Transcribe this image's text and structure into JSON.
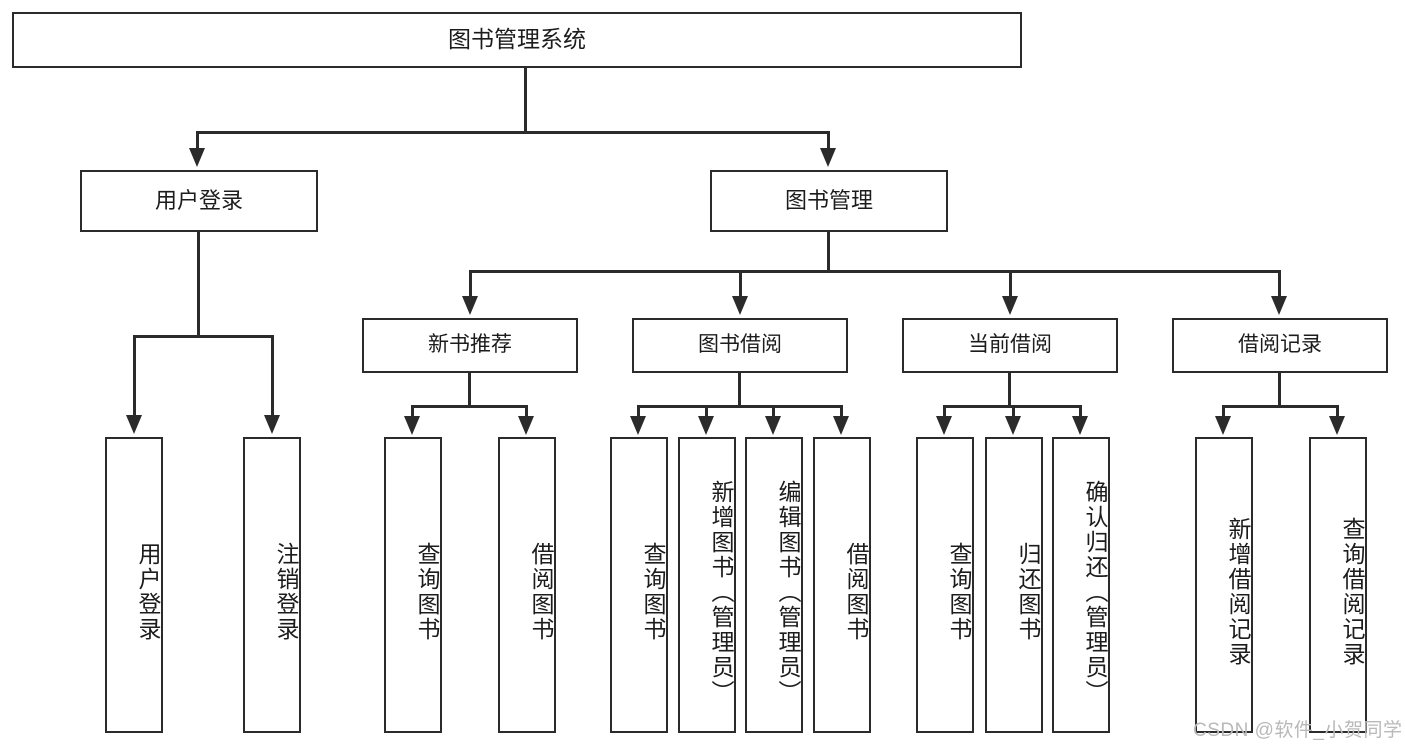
{
  "diagram": {
    "type": "tree",
    "title": "图书管理系统",
    "watermark": "CSDN @软件_小贺同学",
    "colors": {
      "stroke": "#2b2b2b",
      "fill": "#ffffff",
      "text": "#1c1c1c",
      "watermark": "#b9b9b9"
    },
    "nodes": {
      "root": {
        "label": "图书管理系统"
      },
      "level2": [
        {
          "label": "用户登录"
        },
        {
          "label": "图书管理"
        }
      ],
      "level3": [
        {
          "label": "新书推荐"
        },
        {
          "label": "图书借阅"
        },
        {
          "label": "当前借阅"
        },
        {
          "label": "借阅记录"
        }
      ],
      "leaves": {
        "user_login": [
          {
            "label": "用户登录"
          },
          {
            "label": "注销登录"
          }
        ],
        "new_book": [
          {
            "label": "查询图书"
          },
          {
            "label": "借阅图书"
          }
        ],
        "book_borrow": [
          {
            "label": "查询图书"
          },
          {
            "label": "新增图书（管理员）"
          },
          {
            "label": "编辑图书（管理员）"
          },
          {
            "label": "借阅图书"
          }
        ],
        "current_borrow": [
          {
            "label": "查询图书"
          },
          {
            "label": "归还图书"
          },
          {
            "label": "确认归还（管理员）"
          }
        ],
        "borrow_record": [
          {
            "label": "新增借阅记录"
          },
          {
            "label": "查询借阅记录"
          }
        ]
      }
    }
  }
}
